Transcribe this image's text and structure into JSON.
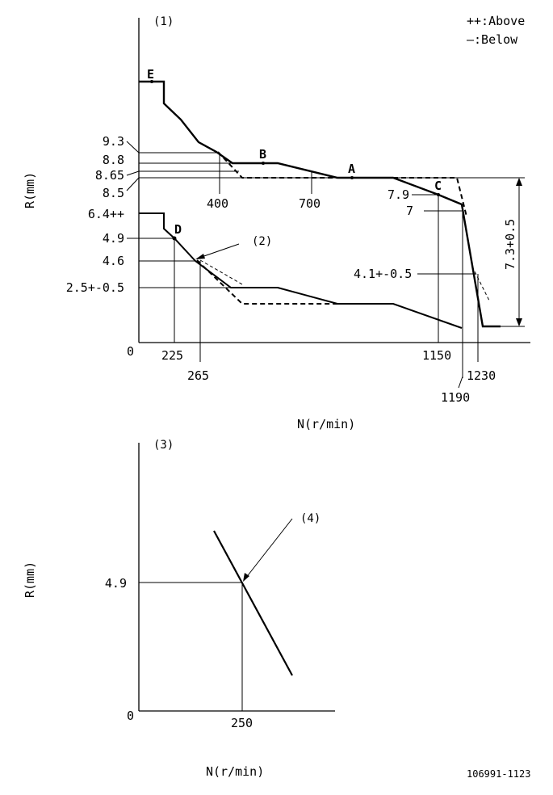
{
  "legend": {
    "above": "++:Above",
    "below": "—:Below"
  },
  "top_chart": {
    "ref": "(1)",
    "y_axis_label": "R(mm)",
    "x_axis_label": "N(r/min)",
    "origin": "0",
    "y_labels": [
      "9.3",
      "8.8",
      "8.65",
      "8.5",
      "6.4++",
      "4.9",
      "4.6",
      "2.5+-0.5"
    ],
    "x_labels_top": [
      "400",
      "700"
    ],
    "x_labels_bottom": [
      "225",
      "265",
      "1150",
      "1190",
      "1230"
    ],
    "right_labels": [
      "7.9",
      "7",
      "4.1+-0.5"
    ],
    "vertical_dimension": "7.3+0.5",
    "callout": "(2)",
    "points": {
      "A": "A",
      "B": "B",
      "C": "C",
      "D": "D",
      "E": "E"
    }
  },
  "bottom_chart": {
    "ref": "(3)",
    "y_axis_label": "R(mm)",
    "x_axis_label": "N(r/min)",
    "origin": "0",
    "y_label": "4.9",
    "x_label": "250",
    "callout": "(4)"
  },
  "doc_number": "106991-1123"
}
